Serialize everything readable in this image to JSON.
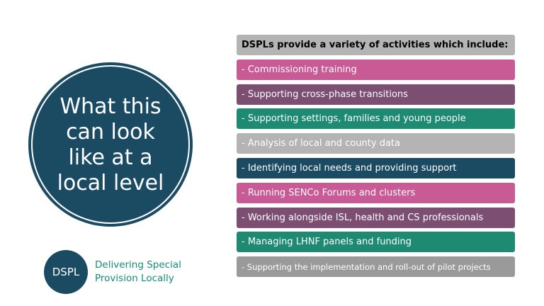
{
  "circle": {
    "title": "What this\ncan look\nlike at a\nlocal level"
  },
  "logo": {
    "badge": "DSPL",
    "line1": "Delivering Special",
    "line2": "Provision Locally"
  },
  "colors": {
    "navy": "#1b4a63",
    "pink": "#c85a96",
    "purple": "#7c4f72",
    "teal": "#1f8a72",
    "gray": "#b4b4b4",
    "darkgray": "#9a9a9a",
    "logo_text": "#1a8b73"
  },
  "list": {
    "header": "DSPLs provide a variety of activities which include:",
    "items": [
      {
        "label": "- Commissioning training",
        "color": "#c85a96"
      },
      {
        "label": "- Supporting cross-phase transitions",
        "color": "#7c4f72"
      },
      {
        "label": "- Supporting settings, families and young people",
        "color": "#1f8a72"
      },
      {
        "label": "- Analysis of local and county data",
        "color": "#b4b4b4"
      },
      {
        "label": "- Identifying local needs and providing support",
        "color": "#1b4a63"
      },
      {
        "label": "- Running SENCo Forums and clusters",
        "color": "#c85a96"
      },
      {
        "label": "- Working alongside ISL, health and CS professionals",
        "color": "#7c4f72"
      },
      {
        "label": "- Managing LHNF panels and funding",
        "color": "#1f8a72"
      },
      {
        "label": "- Supporting the implementation and roll-out of pilot projects",
        "color": "#9a9a9a"
      }
    ]
  }
}
